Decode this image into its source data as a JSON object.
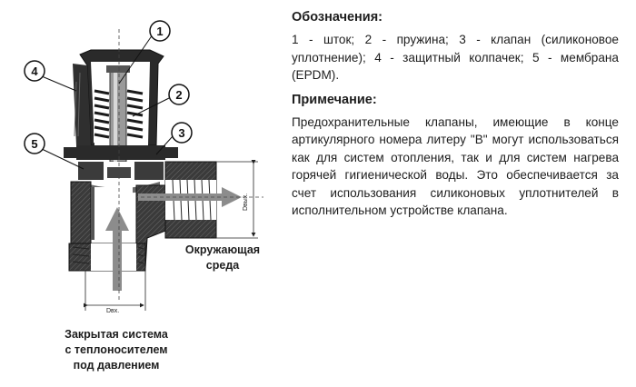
{
  "callouts": [
    {
      "number": "1",
      "name": "шток"
    },
    {
      "number": "2",
      "name": "пружина"
    },
    {
      "number": "3",
      "name": "клапан"
    },
    {
      "number": "4",
      "name": "защитный колпачек"
    },
    {
      "number": "5",
      "name": "мембрана"
    }
  ],
  "labels": {
    "ambient_line1": "Окружающая",
    "ambient_line2": "среда",
    "system_line1": "Закрытая система",
    "system_line2": "с теплоносителем",
    "system_line3": "под давлением",
    "dim_inlet": "Dвх.",
    "dim_outlet": "Dвых."
  },
  "legend": {
    "heading": "Обозначения:",
    "text": "1 - шток; 2 - пружина; 3 - клапан (силиконовое уплотнение); 4 - защитный колпачек; 5 - мембрана (EPDM)."
  },
  "note": {
    "heading": "Примечание:",
    "text": "Предохранительные клапаны, имеющие в конце артикулярного номера литеру \"B\" могут использоваться как для систем отопления, так и для систем нагрева горячей гигиенической воды. Это обеспечивается за счет использования силиконовых уплотнителей в исполнительном устройстве клапана."
  }
}
